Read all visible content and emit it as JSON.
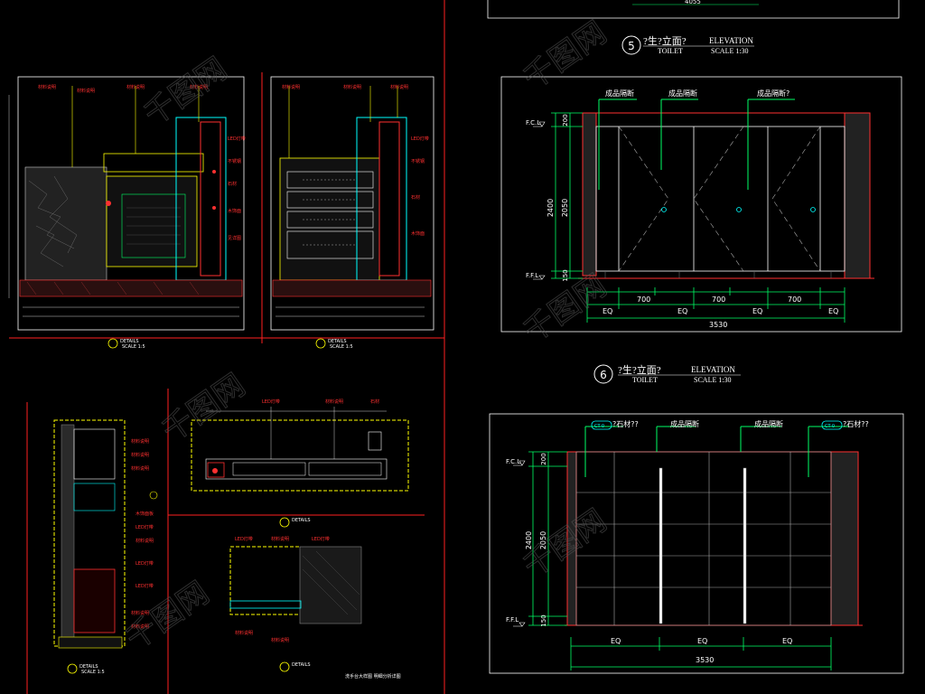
{
  "watermark": "千图网",
  "elevation_5": {
    "number": "5",
    "title_cn": "?生?立面?",
    "subtitle": "TOILET",
    "title_en": "ELEVATION",
    "scale": "SCALE 1:30",
    "callouts": [
      "成品隔断",
      "成品隔断",
      "成品隔断?"
    ],
    "level_top": "F.C.L",
    "level_bottom": "F.F.L",
    "dim_vertical": [
      "2400",
      "2050",
      "200",
      "150"
    ],
    "dim_door": [
      "700",
      "700",
      "700"
    ],
    "dim_eq": [
      "EQ",
      "EQ",
      "EQ"
    ],
    "dim_total": "3530",
    "top_dim_partial": "4055"
  },
  "elevation_6": {
    "number": "6",
    "title_cn": "?生?立面?",
    "subtitle": "TOILET",
    "title_en": "ELEVATION",
    "scale": "SCALE 1:30",
    "callouts": [
      "?石材??",
      "成品隔断",
      "成品隔断",
      "?石材??"
    ],
    "tags": [
      "CT-0",
      "CT-0"
    ],
    "level_top": "F.C.L",
    "level_bottom": "F.F.L",
    "dim_vertical": [
      "2400",
      "2050",
      "200",
      "150"
    ],
    "dim_eq": [
      "EQ",
      "EQ",
      "EQ"
    ],
    "dim_total": "3530"
  },
  "details": {
    "label": "DETAILS",
    "scale": "SCALE 1:5",
    "sheet_note": "洗手台大样图 明细分析详图"
  }
}
